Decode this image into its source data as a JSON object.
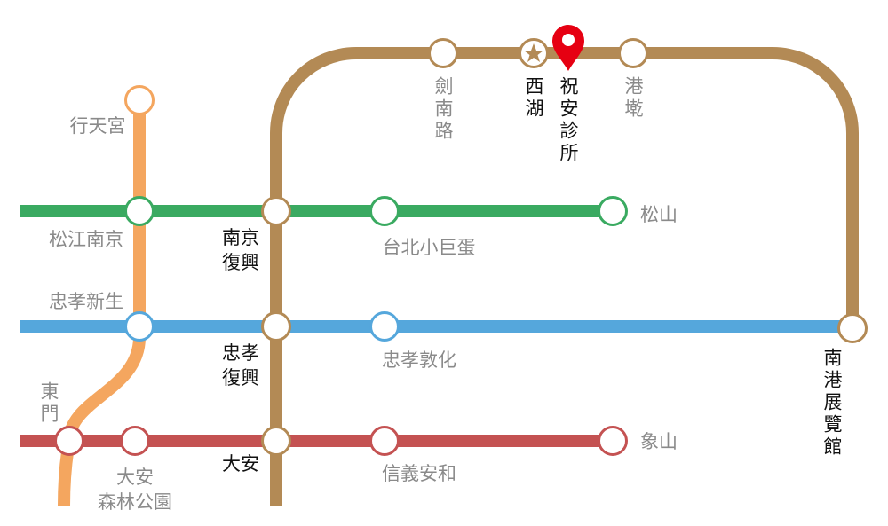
{
  "colors": {
    "brown": "#b38a55",
    "green": "#3aaa61",
    "blue": "#55a7dc",
    "red": "#c45252",
    "orange": "#f4a65f",
    "pin": "#e60012"
  },
  "stations": {
    "xingtiangong": "行天宮",
    "songjiang_nanjing": "松江南京",
    "nanjing_fuxing": "南京\n復興",
    "taipei_arena": "台北小巨蛋",
    "songshan": "松山",
    "zhongxiao_xinsheng": "忠孝新生",
    "zhongxiao_fuxing": "忠孝\n復興",
    "zhongxiao_dunhua": "忠孝敦化",
    "nangang_exhibition": "南港展覽館",
    "dongmen": "東門",
    "daan_park": "大安\n森林公園",
    "daan": "大安",
    "xinyi_anhe": "信義安和",
    "xiangshan": "象山",
    "jiannan_road": "劍南路",
    "xihu": "西湖",
    "gangqian": "港墘"
  },
  "clinic": {
    "name": "祝安診所",
    "icon": "map-pin-icon"
  },
  "star_icon": "star-icon"
}
